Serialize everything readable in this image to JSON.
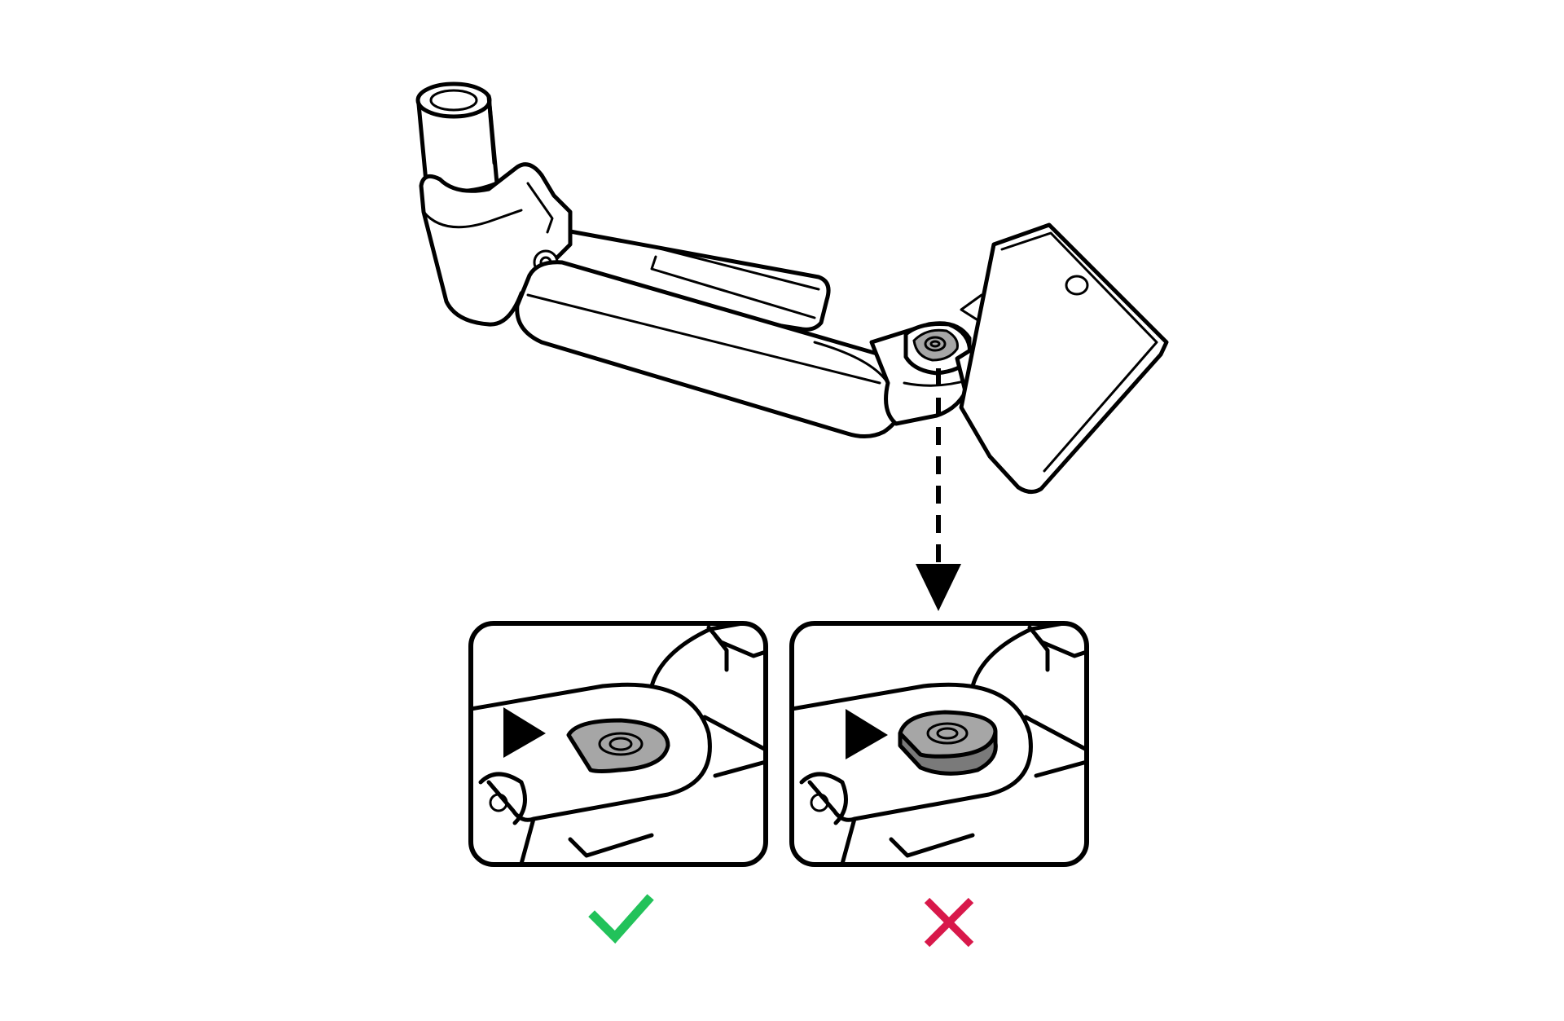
{
  "diagram": {
    "colors": {
      "line": "#000000",
      "background": "#ffffff",
      "knob_fill": "#a6a6a6",
      "knob_shadow": "#7a7a7a",
      "correct_mark": "#22c25a",
      "incorrect_mark": "#d8184a"
    },
    "icons": {
      "correct": "checkmark-icon",
      "incorrect": "cross-icon"
    },
    "panels": [
      {
        "id": "correct",
        "knob_state": "flush",
        "mark_icon": "checkmark-icon"
      },
      {
        "id": "incorrect",
        "knob_state": "raised",
        "mark_icon": "cross-icon"
      }
    ]
  }
}
